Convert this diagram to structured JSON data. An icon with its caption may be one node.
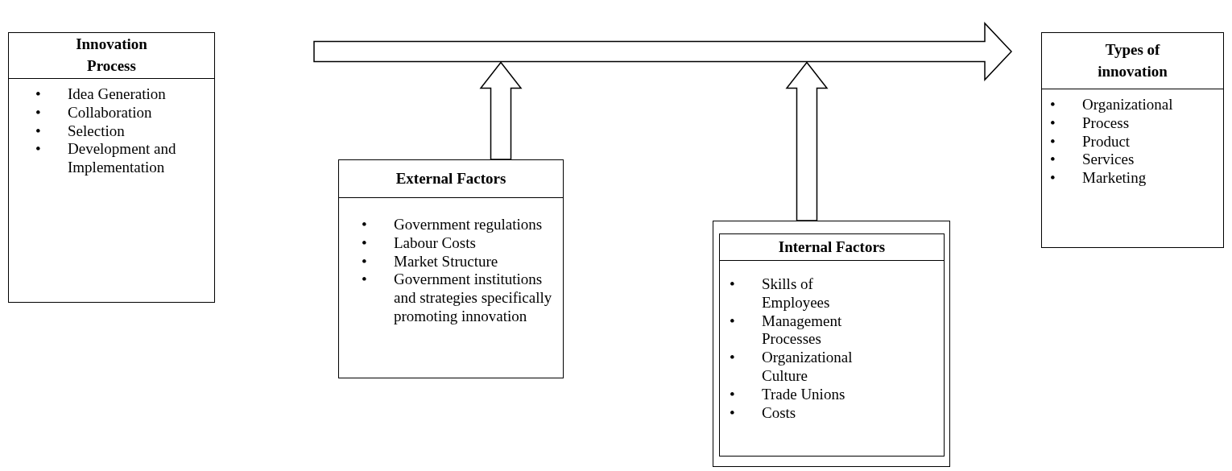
{
  "diagram": {
    "nodes": [
      {
        "text": [
          "Innovation Process",
          "• Idea Generation",
          "• Collaboration",
          "• Selection",
          "• Development and Implementation"
        ]
      },
      {
        "text": [],
        "shape": "arrow"
      },
      {
        "text": [
          "External Factors",
          "• Government regulations",
          "• Labour Costs",
          "• Market Structure",
          "• Government institutions and strategies specifically promoting innovation"
        ]
      },
      {
        "text": [],
        "shape": "box"
      },
      {
        "text": [
          "Internal Factors",
          "• Skills of Employees",
          "• Management Processes",
          "• Organizational Culture",
          "• Trade Unions",
          "• Costs"
        ],
        "in": 3
      },
      {
        "text": [
          "Types of innovation",
          "• Organizational",
          "• Process",
          "• Product",
          "• Services",
          "• Marketing"
        ]
      }
    ],
    "edges": [
      {
        "from": 2,
        "to": 1,
        "arrow": "to"
      },
      {
        "from": 3,
        "to": 1,
        "arrow": "to"
      }
    ]
  }
}
